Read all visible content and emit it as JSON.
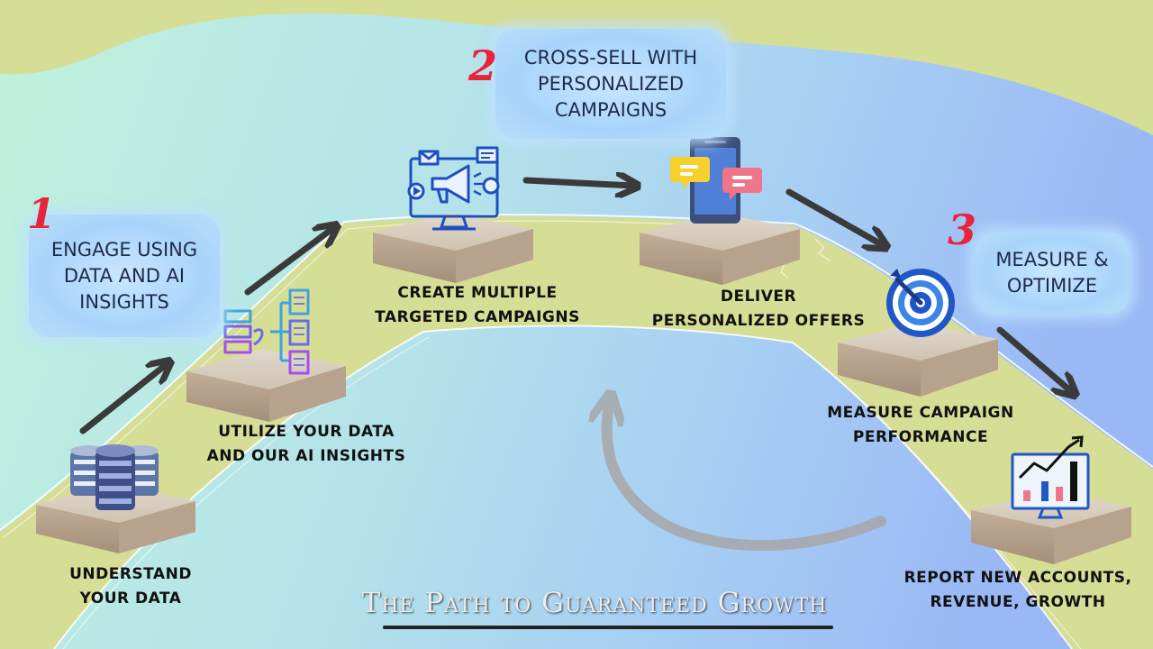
{
  "title": "The Path to Guaranteed Growth",
  "callouts": [
    {
      "number": "1",
      "text": "ENGAGE USING\nDATA AND AI\nINSIGHTS"
    },
    {
      "number": "2",
      "text": "CROSS-SELL WITH\nPERSONALIZED\nCAMPAIGNS"
    },
    {
      "number": "3",
      "text": "MEASURE &\nOPTIMIZE"
    }
  ],
  "steps": [
    {
      "label": "UNDERSTAND\nYOUR DATA",
      "icon": "database-icon"
    },
    {
      "label": "UTILIZE YOUR DATA\nAND OUR AI INSIGHTS",
      "icon": "data-flow-icon"
    },
    {
      "label": "CREATE MULTIPLE\nTARGETED CAMPAIGNS",
      "icon": "marketing-monitor-icon"
    },
    {
      "label": "DELIVER\nPERSONALIZED OFFERS",
      "icon": "phone-messages-icon"
    },
    {
      "label": "MEASURE CAMPAIGN\nPERFORMANCE",
      "icon": "target-icon"
    },
    {
      "label": "REPORT NEW ACCOUNTS,\nREVENUE, GROWTH",
      "icon": "growth-chart-icon"
    }
  ],
  "colors": {
    "road": "#d6dd95",
    "accent_red": "#e8233a",
    "arrow": "#3a3a3a",
    "bubble": "#b0d8fb",
    "block_top": "#d9cfc0",
    "block_side": "#b39e88"
  }
}
